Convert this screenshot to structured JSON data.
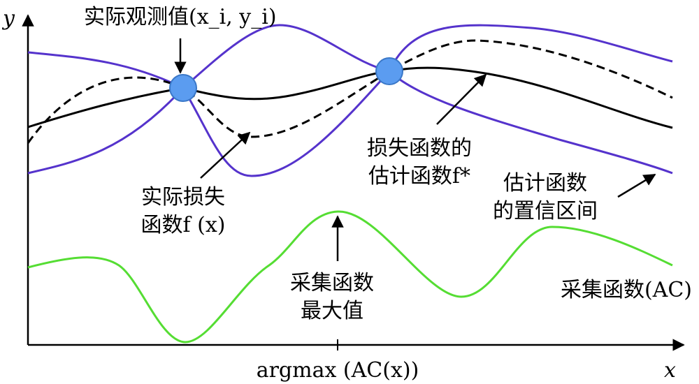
{
  "axes": {
    "y_label": "y",
    "x_label": "x",
    "x_tick_label": "argmax (AC(x))"
  },
  "annotations": {
    "observed": "实际观测值(x_i, y_i)",
    "actual_loss_line1": "实际损失",
    "actual_loss_line2": "函数f (x)",
    "estimate_line1": "损失函数的",
    "estimate_line2": "估计函数f*",
    "confidence_line1": "估计函数",
    "confidence_line2": "的置信区间",
    "acq_max_line1": "采集函数",
    "acq_max_line2": "最大值",
    "acq_name": "采集函数(AC)"
  },
  "colors": {
    "confidence": "#5533cc",
    "acquisition": "#55dd33",
    "observation_fill": "#5b9cf0",
    "observation_stroke": "#3a78c8",
    "ink": "#000000"
  }
}
